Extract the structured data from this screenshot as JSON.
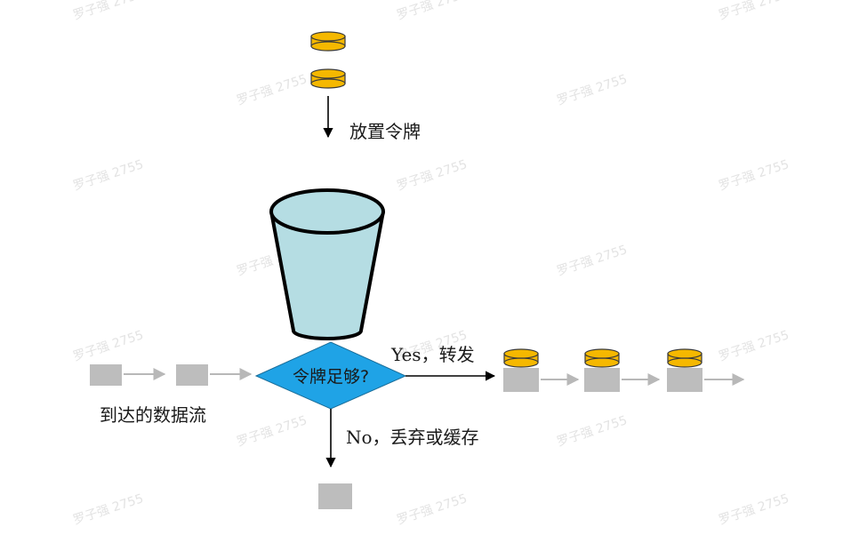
{
  "labels": {
    "place_tokens": "放置令牌",
    "arriving_stream": "到达的数据流",
    "condition": "令牌足够?",
    "yes_branch": "Yes，转发",
    "no_branch": "No，丢弃或缓存"
  },
  "watermark": "罗子强 2755",
  "colors": {
    "token_fill": "#f5b800",
    "token_stroke": "#3a3a3a",
    "packet_fill": "#bdbdbd",
    "diamond_fill": "#1fa3e6",
    "bucket_fill": "#b5dde3",
    "arrow_gray": "#b8b8b8",
    "arrow_dark": "#000000"
  }
}
